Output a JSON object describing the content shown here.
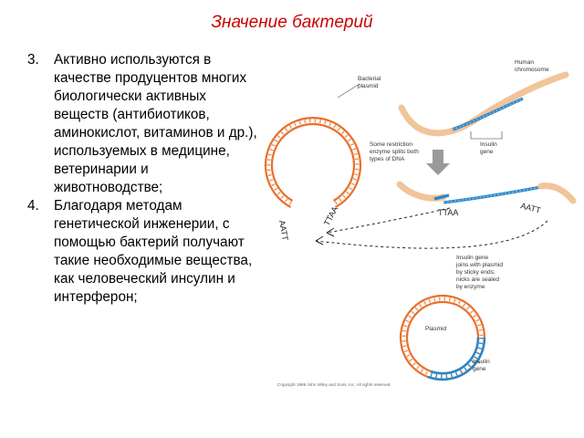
{
  "title": "Значение бактерий",
  "items": [
    {
      "num": "3.",
      "text": "Активно используются в качестве продуцентов многих биологически активных веществ (антибиотиков, аминокислот, витаминов и др.), используемых в медицине, ветеринарии и животноводстве;"
    },
    {
      "num": "4.",
      "text": "Благодаря методам генетической инженерии, с помощью бактерий получают такие необходимые вещества, как человеческий инсулин и интерферон;"
    }
  ],
  "diagram": {
    "bacterial_plasmid": [
      "Bacterial",
      "plasmid"
    ],
    "human_chromosome": [
      "Human",
      "chromosome"
    ],
    "restriction": [
      "Some restriction",
      "enzyme splits both",
      "types of DNA"
    ],
    "insulin_gene_top": [
      "Insulin",
      "gene"
    ],
    "sticky": [
      "Insulin gene",
      "joins with plasmid",
      "by sticky ends;",
      "nicks are sealed",
      "by enzyme"
    ],
    "plasmid": "Plasmid",
    "insulin_gene_bottom": [
      "Insulin",
      "gene"
    ],
    "seq": [
      "AATT",
      "TTAA",
      "TTAA",
      "AATT"
    ],
    "copyright": "Copyright 1999 John Wiley and Sons, Inc. All rights reserved.",
    "colors": {
      "plasmid_dna": "#e8702a",
      "chromosome": "#f2c49a",
      "insulin_gene": "#2b86c8",
      "arrow": "#9a9a9a"
    }
  }
}
